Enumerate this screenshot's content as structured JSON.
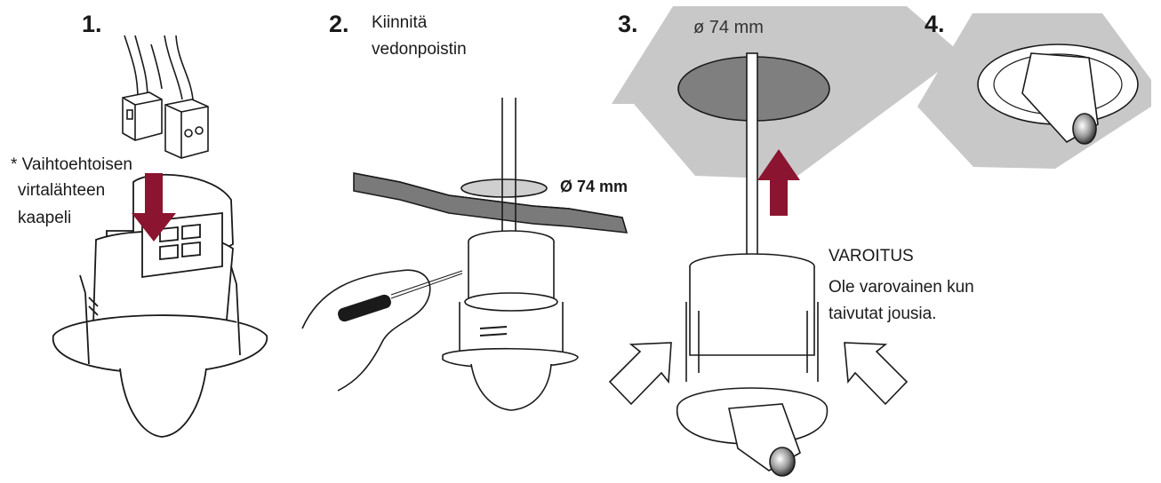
{
  "steps": [
    {
      "number": "1.",
      "note_lines": [
        "* Vaihtoehtoisen",
        "virtalähteen",
        "kaapeli"
      ]
    },
    {
      "number": "2.",
      "note_lines": [
        "Kiinnitä",
        "vedonpoistin"
      ],
      "dimension": "Ø 74 mm"
    },
    {
      "number": "3.",
      "dimension": "ø 74 mm",
      "warning_lines": [
        "VAROITUS",
        "Ole varovainen kun",
        "taivutat jousia."
      ]
    },
    {
      "number": "4."
    }
  ],
  "colors": {
    "accent_arrow": "#8b1530",
    "ceiling_gray": "#c8c8c8",
    "hole_gray": "#7f7f7f",
    "line": "#1a1a1a"
  },
  "icons": [
    "cable-connector-icon",
    "down-arrow-icon",
    "screwdriver-icon",
    "up-arrow-icon",
    "press-arrow-icon",
    "sensor-head-icon"
  ]
}
